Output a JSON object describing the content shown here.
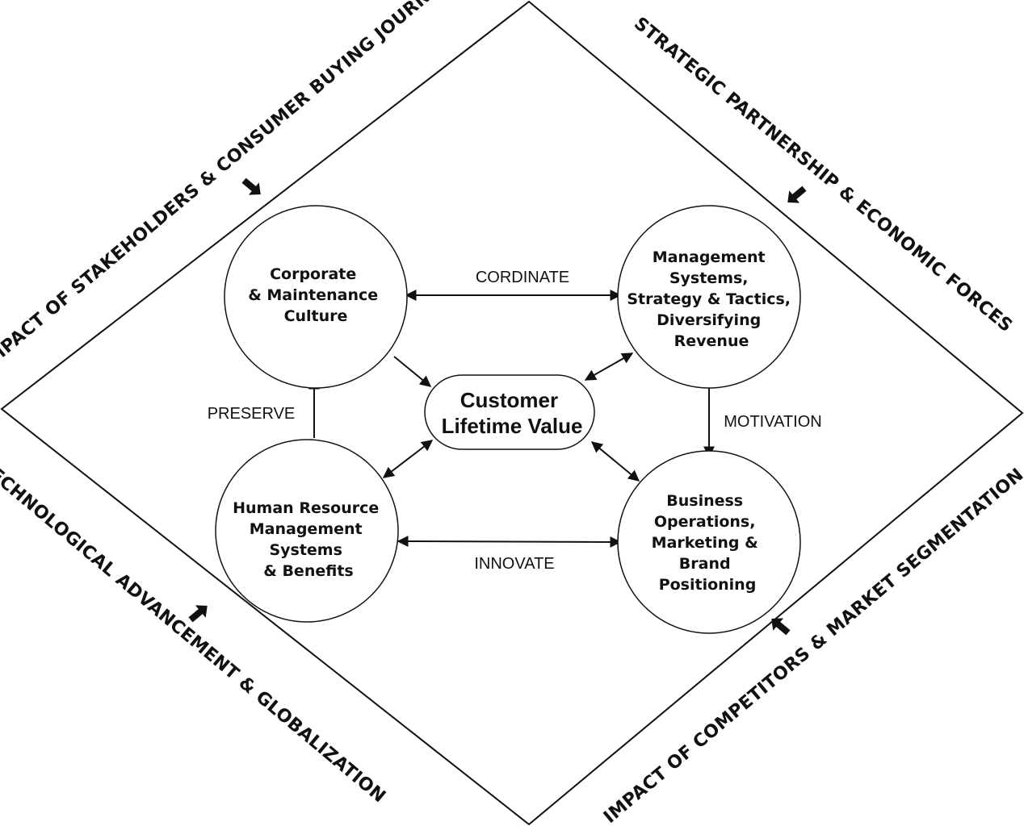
{
  "outer_labels": {
    "top_left": "IMPACT OF STAKEHOLDERS & CONSUMER BUYING JOURNEY",
    "top_right": "STRATEGIC PARTNERSHIP & ECONOMIC FORCES",
    "bottom_left": "TECHNOLOGICAL ADVANCEMENT & GLOBALIZATION",
    "bottom_right": "IMPACT OF COMPETITORS & MARKET SEGMENTATION"
  },
  "center": {
    "line1": "Customer",
    "line2": "Lifetime Value"
  },
  "nodes": {
    "top_left": [
      "Corporate",
      "& Maintenance",
      "Culture"
    ],
    "top_right": [
      "Management",
      "Systems,",
      "Strategy & Tactics,",
      "Diversifying",
      "Revenue"
    ],
    "bottom_left": [
      "Human Resource",
      "Management",
      "Systems",
      "& Benefits"
    ],
    "bottom_right": [
      "Business",
      "Operations,",
      "Marketing &",
      "Brand",
      "Positioning"
    ]
  },
  "relations": {
    "top": "CORDINATE",
    "right": "MOTIVATION",
    "bottom": "INNOVATE",
    "left": "PRESERVE"
  }
}
